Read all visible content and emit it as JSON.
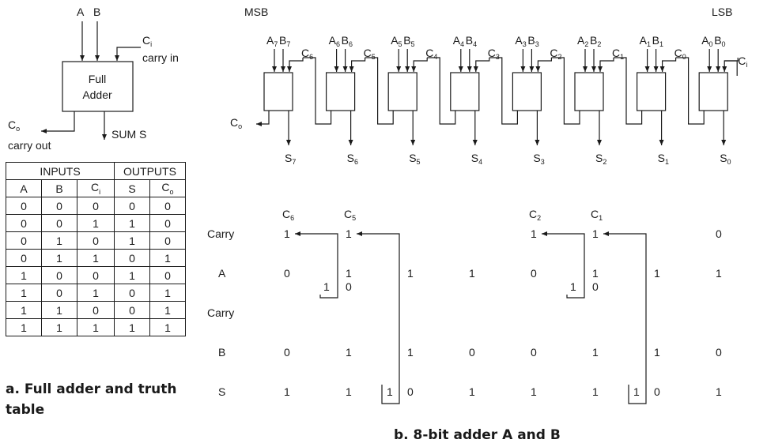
{
  "full_adder": {
    "input_a": "A",
    "input_b": "B",
    "carry_in_symbol": "C",
    "carry_in_sub": "i",
    "carry_in_label": "carry in",
    "box_line1": "Full",
    "box_line2": "Adder",
    "carry_out_symbol": "C",
    "carry_out_sub": "o",
    "carry_out_label": "carry out",
    "sum_label": "SUM S"
  },
  "truth_table": {
    "group_headers": [
      "INPUTS",
      "OUTPUTS"
    ],
    "columns": [
      {
        "base": "A",
        "sub": ""
      },
      {
        "base": "B",
        "sub": ""
      },
      {
        "base": "C",
        "sub": "i"
      },
      {
        "base": "S",
        "sub": ""
      },
      {
        "base": "C",
        "sub": "o"
      }
    ],
    "rows": [
      [
        "0",
        "0",
        "0",
        "0",
        "0"
      ],
      [
        "0",
        "0",
        "1",
        "1",
        "0"
      ],
      [
        "0",
        "1",
        "0",
        "1",
        "0"
      ],
      [
        "0",
        "1",
        "1",
        "0",
        "1"
      ],
      [
        "1",
        "0",
        "0",
        "1",
        "0"
      ],
      [
        "1",
        "0",
        "1",
        "0",
        "1"
      ],
      [
        "1",
        "1",
        "0",
        "0",
        "1"
      ],
      [
        "1",
        "1",
        "1",
        "1",
        "1"
      ]
    ]
  },
  "adder8": {
    "msb_label": "MSB",
    "lsb_label": "LSB",
    "bits": [
      "7",
      "6",
      "5",
      "4",
      "3",
      "2",
      "1",
      "0"
    ],
    "a_letter": "A",
    "b_letter": "B",
    "s_letter": "S",
    "c_letter": "C",
    "carry_in_sub": "i",
    "carry_out_sub": "o"
  },
  "example": {
    "row_labels": {
      "carry": "Carry",
      "a": "A",
      "carry2": "Carry",
      "b": "B",
      "s": "S"
    },
    "carry_headers": [
      {
        "base": "C",
        "sub": "6"
      },
      {
        "base": "C",
        "sub": "5"
      },
      {
        "base": "C",
        "sub": "2"
      },
      {
        "base": "C",
        "sub": "1"
      }
    ],
    "carry_row": [
      "1",
      "1",
      "1",
      "1",
      "0"
    ],
    "a_bits": [
      "0",
      "1",
      "1",
      "1",
      "0",
      "1",
      "1",
      "1"
    ],
    "b_bits": [
      "0",
      "1",
      "1",
      "0",
      "0",
      "1",
      "1",
      "0"
    ],
    "s_bits": [
      "1",
      "1",
      "0",
      "1",
      "1",
      "1",
      "0",
      "1"
    ],
    "carry_annotations": [
      {
        "one": "1",
        "zero": "0"
      },
      {
        "one": "1",
        "zero": "0"
      },
      {
        "one": "1",
        "zero": "0"
      },
      {
        "one": "1",
        "zero": "0"
      }
    ]
  },
  "captions": {
    "a_line1": "a. Full adder and truth",
    "a_line2": "table",
    "b": "b. 8-bit adder A and B"
  }
}
